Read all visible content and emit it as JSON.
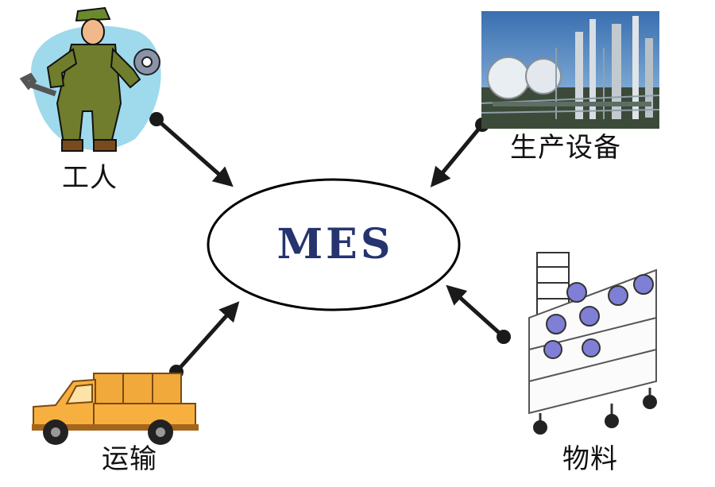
{
  "center": {
    "label": "MES",
    "text_color": "#25336e"
  },
  "nodes": {
    "worker": {
      "label": "工人",
      "icon": "worker-cartoon-icon"
    },
    "equipment": {
      "label": "生产设备",
      "icon": "industrial-plant-photo"
    },
    "transport": {
      "label": "运输",
      "icon": "truck-icon"
    },
    "material": {
      "label": "物料",
      "icon": "material-cart-icon"
    }
  },
  "colors": {
    "arrow": "#1a1a1a",
    "ellipse": "#000000"
  }
}
